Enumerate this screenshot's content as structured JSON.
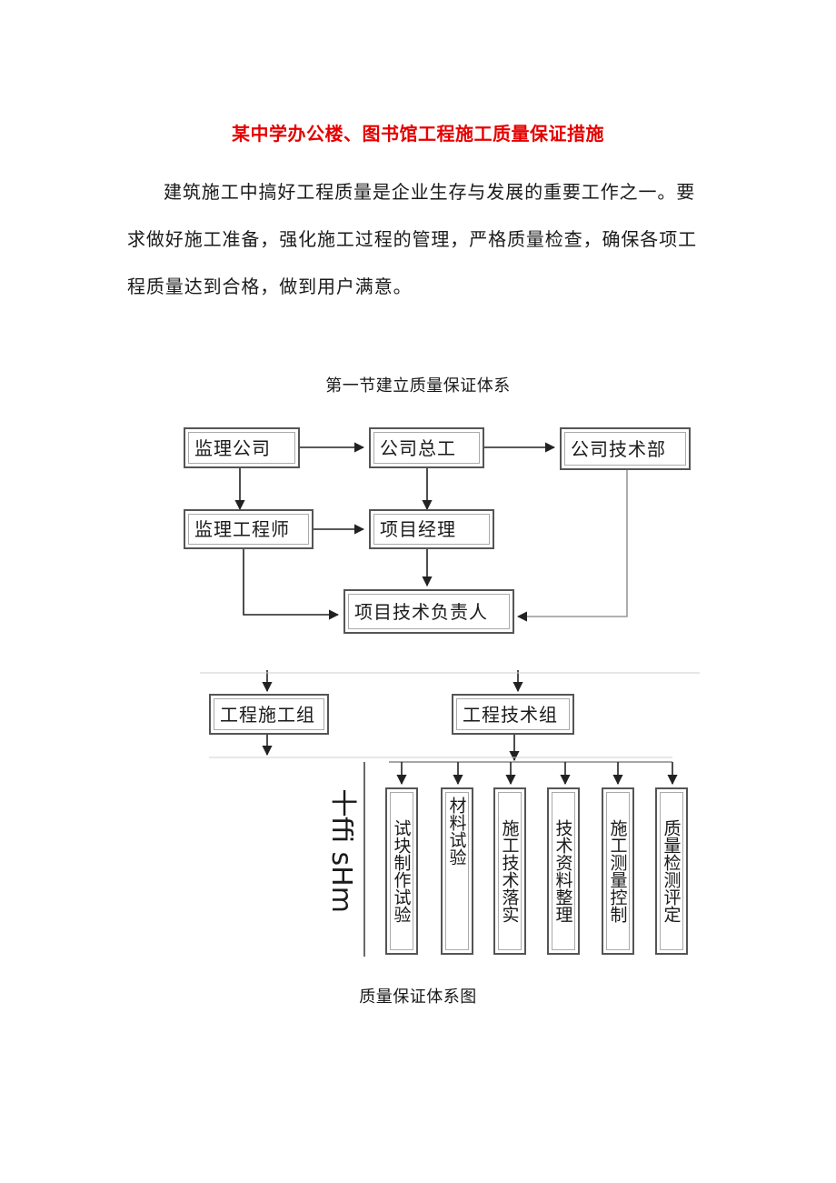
{
  "document": {
    "title": "某中学办公楼、图书馆工程施工质量保证措施",
    "paragraph": "建筑施工中搞好工程质量是企业生存与发展的重要工作之一。要 求做好施工准备，强化施工过程的管理，严格质量检查，确保各项工 程质量达到合格，做到用户满意。",
    "section_title": "第一节建立质量保证体系",
    "figure_caption": "质量保证体系图"
  },
  "diagram": {
    "supervision_company": "监理公司",
    "company_chief_engineer": "公司总工",
    "company_tech_dept": "公司技术部",
    "supervising_engineer": "监理工程师",
    "project_manager": "项目经理",
    "project_tech_lead": "项目技术负责人",
    "construction_group": "工程施工组",
    "tech_group": "工程技术组",
    "side_text": "十ffi sHm",
    "sub_items": [
      "试块制作试验",
      "材料试验",
      "施工技术落实",
      "技术资料整理",
      "施工测量控制",
      "质量检测评定"
    ]
  }
}
